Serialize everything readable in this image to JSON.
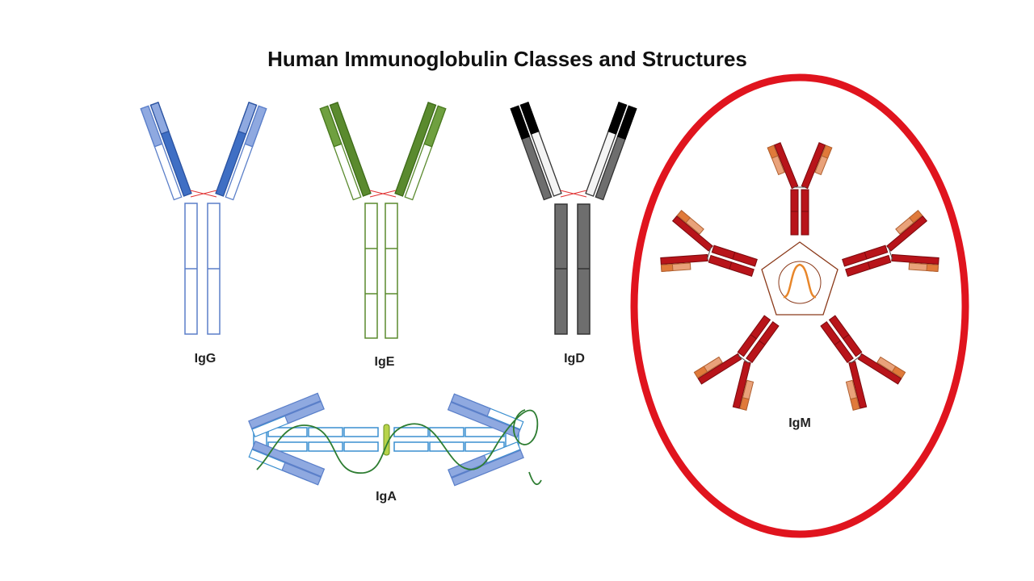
{
  "title": "Human Immunoglobulin Classes and Structures",
  "classes": [
    {
      "name": "IgG",
      "color": "#3f6fc4"
    },
    {
      "name": "IgE",
      "color": "#5a8a2e"
    },
    {
      "name": "IgD",
      "color": "#6e6e6e"
    },
    {
      "name": "IgA",
      "color": "#3a8fd0"
    },
    {
      "name": "IgM",
      "color": "#b8141a"
    }
  ],
  "highlight_color": "#e0141e",
  "igm_highlighted": true
}
